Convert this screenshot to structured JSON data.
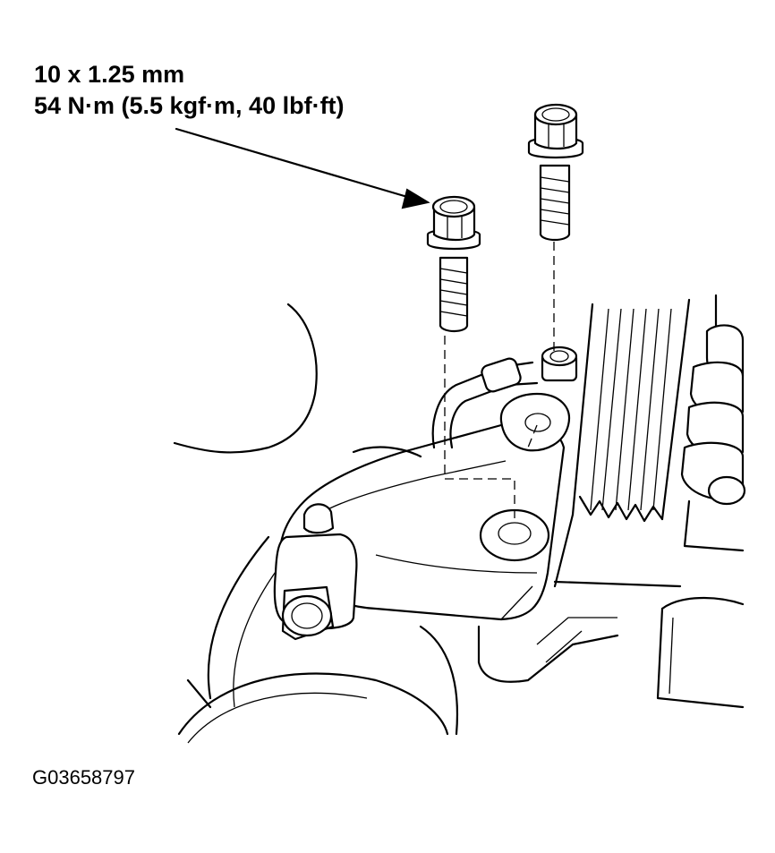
{
  "callout": {
    "thread_size": "10 x 1.25 mm",
    "torque": "54 N·m (5.5 kgf·m, 40 lbf·ft)"
  },
  "figure_id": "G03658797"
}
